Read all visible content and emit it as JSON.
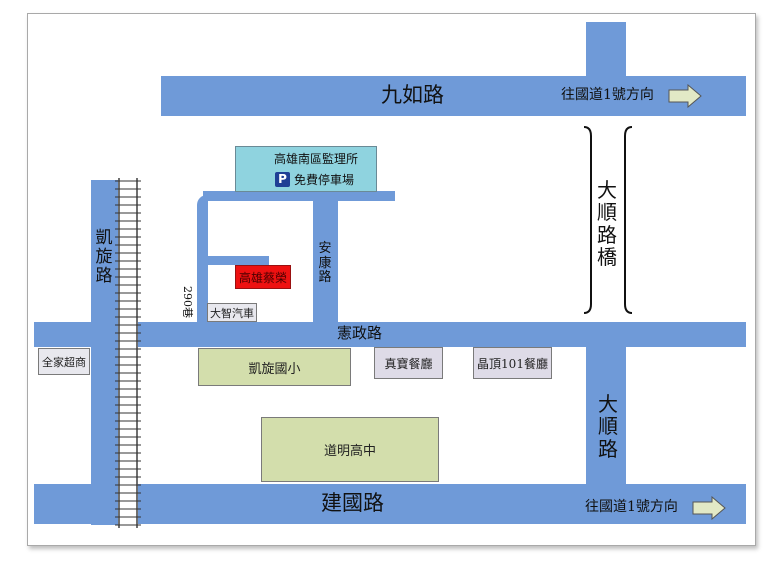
{
  "roads": {
    "jiuru": "九如路",
    "jianguo": "建國路",
    "xianzheng": "憲政路",
    "kaixuan": "凱旋路",
    "ankang": "安康路",
    "lane290": "290巷",
    "dashun_bridge": "大順路橋",
    "dashun_road": "大順路"
  },
  "directions": {
    "jiuru_to_freeway": "往國道1號方向",
    "jianguo_to_freeway": "往國道1號方向"
  },
  "places": {
    "supervision_office": "高雄南區監理所",
    "parking_symbol": "P",
    "free_parking": "免費停車場",
    "kaohsiung_location": "高雄蔡榮",
    "dazhi_motors": "大智汽車",
    "family_mart": "全家超商",
    "kaixuan_school": "凱旋國小",
    "zhenbao_restaurant": "真寶餐廳",
    "jingding_restaurant": "晶頂101餐廳",
    "daoming_high": "道明高中"
  },
  "colors": {
    "road": "#6f9ad8",
    "supervision_box": "#8fd3df",
    "highlight_box": "#ee1111",
    "green_box": "#d3deac",
    "purple_box": "#dedbe7",
    "grey_box": "#e8e8ee",
    "arrow_fill": "#e2e9c6"
  },
  "icons": {
    "arrow": "right-arrow-icon",
    "parking": "parking-icon",
    "railway": "railway-tracks-icon"
  }
}
